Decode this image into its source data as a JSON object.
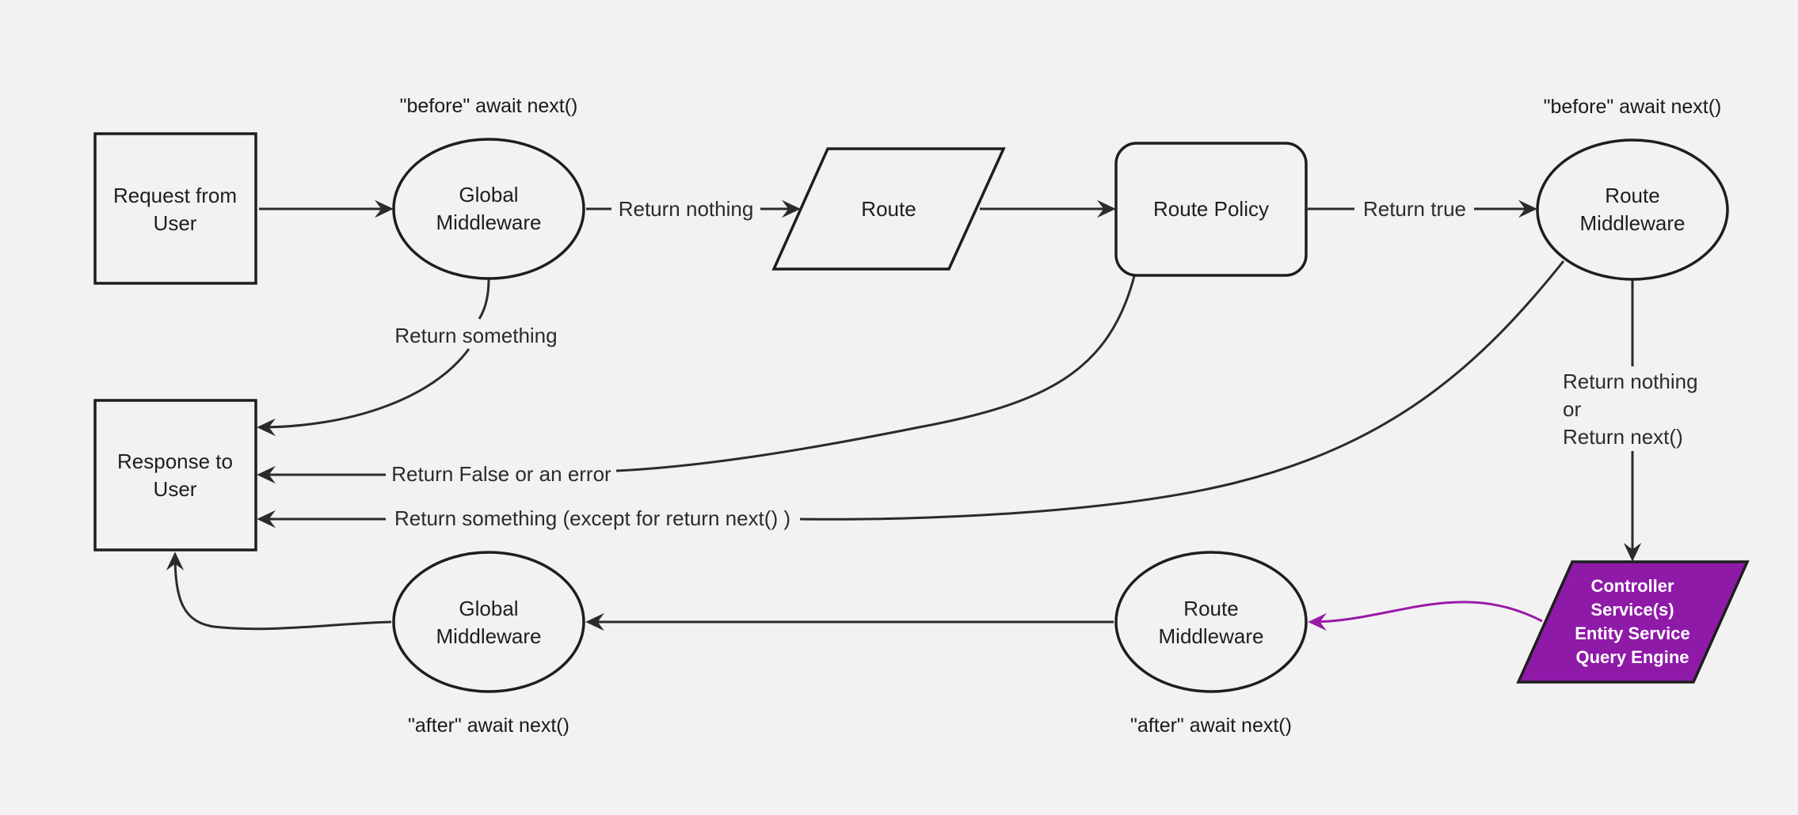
{
  "nodes": {
    "request_from_user": {
      "line1": "Request from",
      "line2": "User"
    },
    "global_middleware_before": {
      "line1": "Global",
      "line2": "Middleware",
      "caption": "\"before\" await next()"
    },
    "route": {
      "label": "Route"
    },
    "route_policy": {
      "label": "Route Policy"
    },
    "route_middleware_before": {
      "line1": "Route",
      "line2": "Middleware",
      "caption": "\"before\" await next()"
    },
    "response_to_user": {
      "line1": "Response to",
      "line2": "User"
    },
    "global_middleware_after": {
      "line1": "Global",
      "line2": "Middleware",
      "caption": "\"after\" await next()"
    },
    "route_middleware_after": {
      "line1": "Route",
      "line2": "Middleware",
      "caption": "\"after\" await next()"
    },
    "controller": {
      "line1": "Controller",
      "line2": "Service(s)",
      "line3": "Entity Service",
      "line4": "Query Engine",
      "fill_color": "#8f1aa8"
    }
  },
  "edges": {
    "global_return_nothing": "Return nothing",
    "global_return_something": "Return something",
    "policy_return_true": "Return true",
    "policy_return_false": "Return False or an error",
    "route_mw_return_something": "Return something (except for return next() )",
    "route_mw_return_nothing_1": "Return nothing",
    "route_mw_return_nothing_2": "or",
    "route_mw_return_nothing_3": "Return next()"
  },
  "colors": {
    "background": "#f2f2f2",
    "stroke": "#1e1e1e",
    "accent_purple": "#9a1aa8"
  }
}
